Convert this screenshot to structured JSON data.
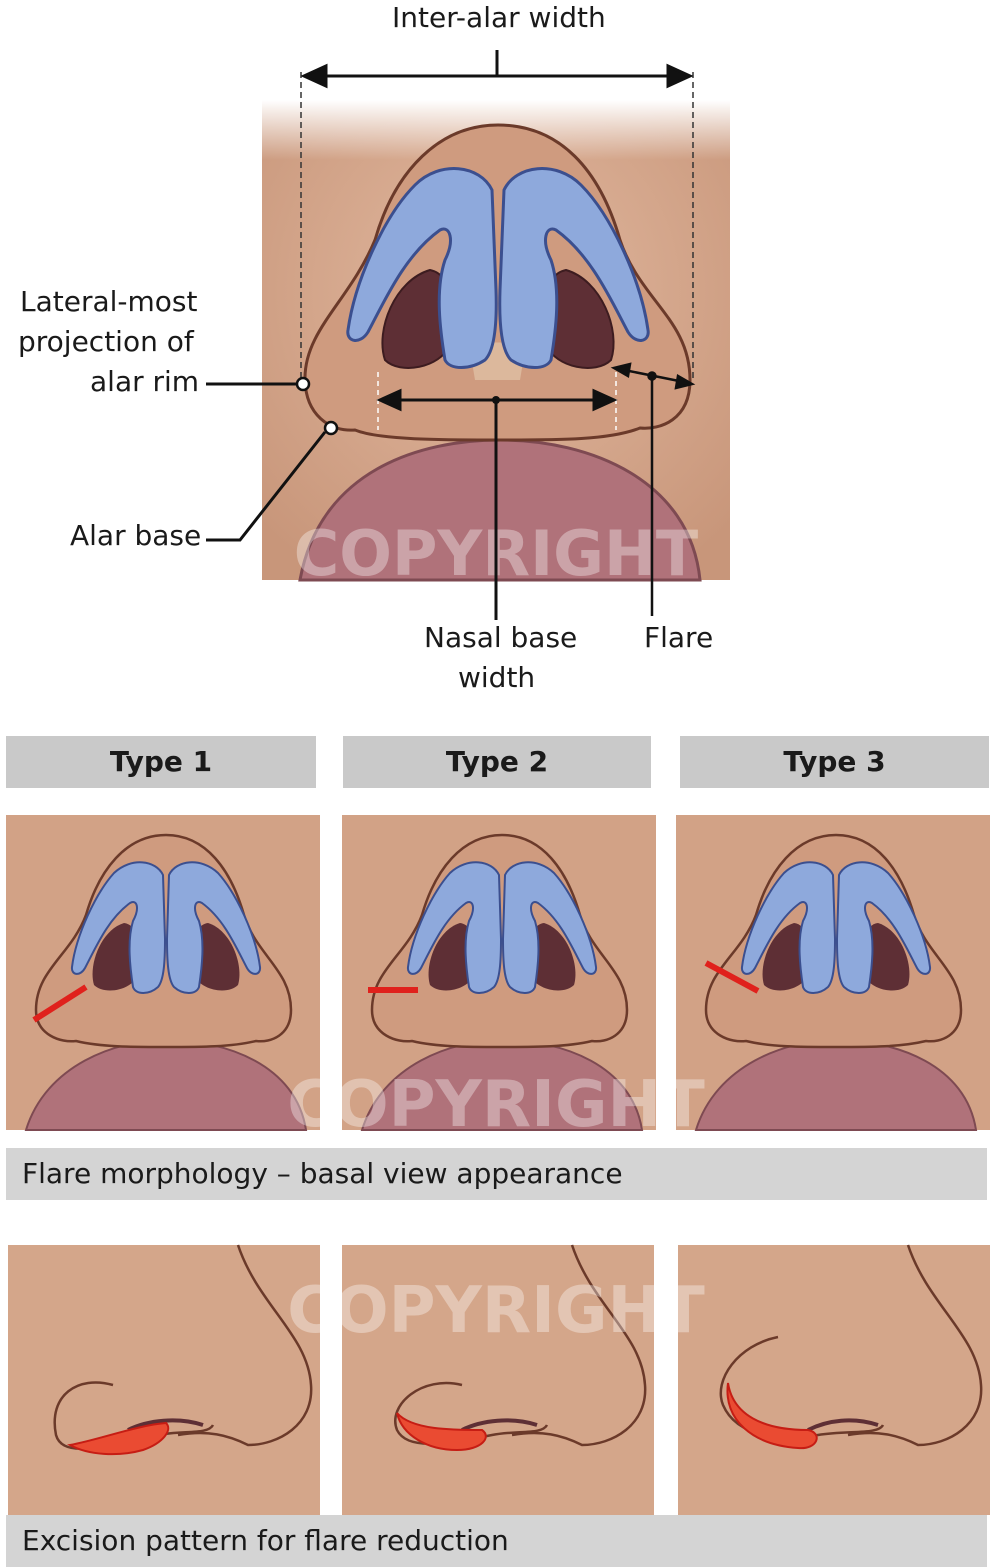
{
  "labels": {
    "inter_alar_width": "Inter-alar width",
    "lateral_line1": "Lateral-most",
    "lateral_line2": "projection of",
    "lateral_line3": "alar rim",
    "alar_base": "Alar base",
    "nasal_base_line1": "Nasal base",
    "nasal_base_line2": "width",
    "flare": "Flare"
  },
  "types": [
    "Type 1",
    "Type 2",
    "Type 3"
  ],
  "captions": {
    "flare_morphology": "Flare morphology – basal view appearance",
    "excision_pattern": "Excision pattern for flare reduction"
  },
  "watermark": "COPYRIGHT",
  "colors": {
    "skin": "#cf9b7f",
    "skin_outline": "#6b3a2a",
    "cartilage": "#8ea9dc",
    "cartilage_outline": "#3b4f8f",
    "nostril": "#5e2f35",
    "lip": "#b0727a",
    "excision_red": "#e0211c",
    "band_gray": "#d4d4d4"
  }
}
